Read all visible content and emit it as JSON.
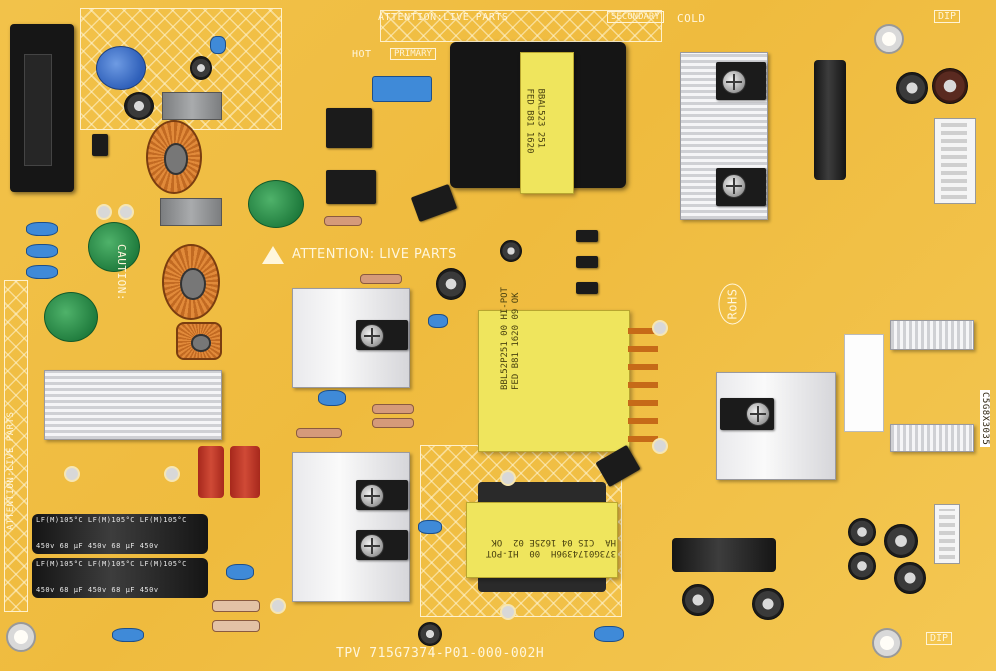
{
  "silkscreen": {
    "attention_top": "ATTENTION:LIVE PARTS",
    "secondary_label": "SECONDARY",
    "cold_label": "COLD",
    "dip_label": "DIP",
    "hot_label": "HOT",
    "primary_label": "PRIMARY",
    "attention_mid": "ATTENTION: LIVE PARTS",
    "caution_label": "CAUTION:",
    "rohs_label": "RoHS",
    "attention_side": "ATTENTION:LIVE PARTS",
    "board_id": "TPV  715G7374-P01-000-002H",
    "side_code": "C5G8X3035"
  },
  "transformers": {
    "main_top": "BBAL523 251\nFED B81 1620",
    "main_mid": "BBL52P251 00 HI-POT\nFED B81 1620 09 OK",
    "bottom": "373G0174396H  00  HI-POT\nHA  CIS 04 1625E 02  OK"
  },
  "capacitors": {
    "bulk_rating": "450v  68 µF  450v  68 µF  450v",
    "bulk_series": "LF(M)105°C  LF(M)105°C  LF(M)105°C"
  },
  "colors": {
    "pcb": "#f0bf45",
    "silkscreen": "#fff6dc",
    "transformer": "#efe55d",
    "heatsink": "#eeeeef"
  }
}
